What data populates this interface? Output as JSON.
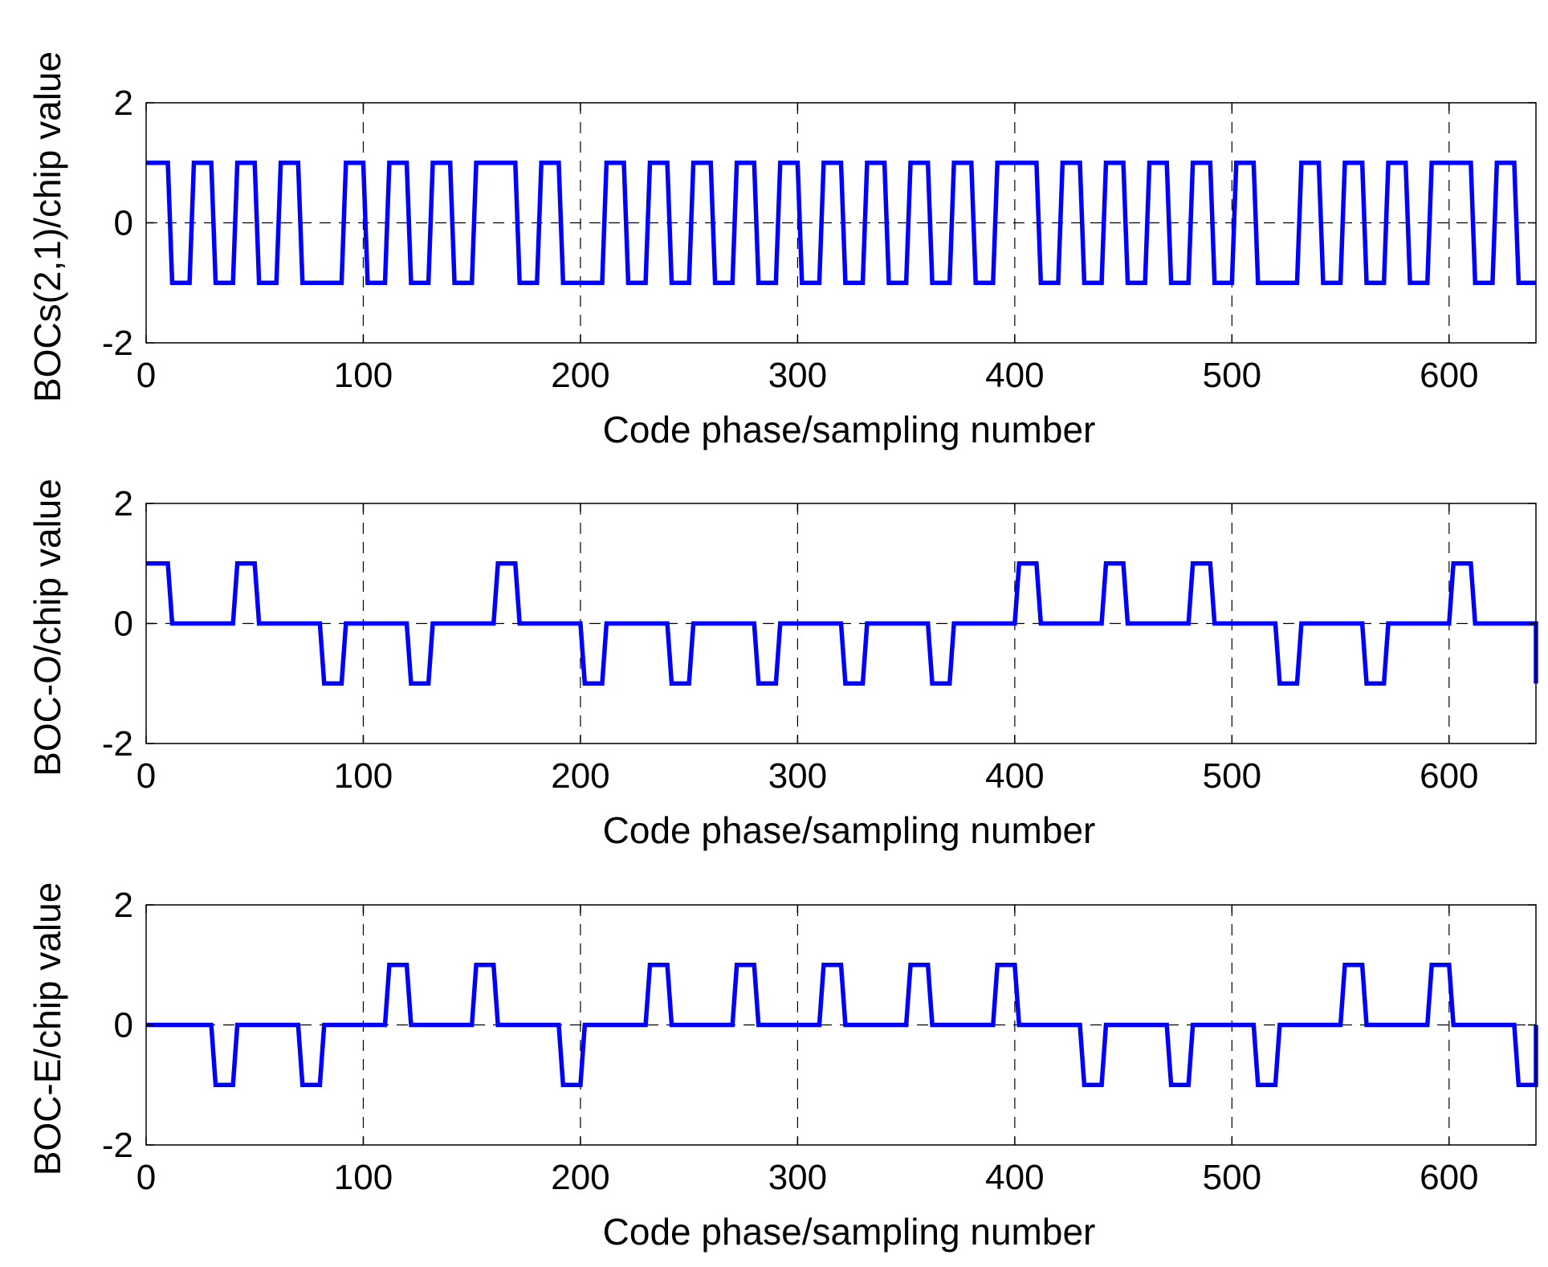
{
  "colors": {
    "line": "#0000ff",
    "axis": "#000000",
    "grid": "#000000",
    "background": "#ffffff"
  },
  "chart_data": [
    {
      "type": "line",
      "title": "",
      "xlabel": "Code phase/sampling number",
      "ylabel": "BOCs(2,1)/chip value",
      "xlim": [
        0,
        640
      ],
      "ylim": [
        -2,
        2
      ],
      "xticks": [
        "0",
        "100",
        "200",
        "300",
        "400",
        "500",
        "600"
      ],
      "yticks": [
        "2",
        "0",
        "-2"
      ],
      "grid": "dashed",
      "x": [
        0,
        10,
        20,
        30,
        40,
        50,
        60,
        70,
        80,
        90,
        100,
        110,
        120,
        130,
        140,
        150,
        160,
        170,
        180,
        190,
        200,
        210,
        220,
        230,
        240,
        250,
        260,
        270,
        280,
        290,
        300,
        310,
        320,
        330,
        340,
        350,
        360,
        370,
        380,
        390,
        400,
        410,
        420,
        430,
        440,
        450,
        460,
        470,
        480,
        490,
        500,
        510,
        520,
        530,
        540,
        550,
        560,
        570,
        580,
        590,
        600,
        610,
        620,
        630,
        640
      ],
      "series": [
        {
          "values": [
            1,
            -1,
            1,
            -1,
            1,
            -1,
            1,
            -1,
            -1,
            1,
            -1,
            1,
            -1,
            1,
            -1,
            1,
            1,
            -1,
            1,
            -1,
            -1,
            1,
            -1,
            1,
            -1,
            1,
            -1,
            1,
            -1,
            1,
            -1,
            1,
            -1,
            1,
            -1,
            1,
            -1,
            1,
            -1,
            1,
            1,
            -1,
            1,
            -1,
            1,
            -1,
            1,
            -1,
            1,
            -1,
            1,
            -1,
            -1,
            1,
            -1,
            1,
            -1,
            1,
            -1,
            1,
            1,
            -1,
            1,
            -1,
            -1
          ]
        }
      ]
    },
    {
      "type": "line",
      "title": "",
      "xlabel": "Code phase/sampling number",
      "ylabel": "BOC-O/chip value",
      "xlim": [
        0,
        640
      ],
      "ylim": [
        -2,
        2
      ],
      "xticks": [
        "0",
        "100",
        "200",
        "300",
        "400",
        "500",
        "600"
      ],
      "yticks": [
        "2",
        "0",
        "-2"
      ],
      "grid": "dashed",
      "x": [
        0,
        10,
        20,
        30,
        40,
        50,
        60,
        70,
        80,
        90,
        100,
        110,
        120,
        130,
        140,
        150,
        160,
        170,
        180,
        190,
        200,
        210,
        220,
        230,
        240,
        250,
        260,
        270,
        280,
        290,
        300,
        310,
        320,
        330,
        340,
        350,
        360,
        370,
        380,
        390,
        400,
        410,
        420,
        430,
        440,
        450,
        460,
        470,
        480,
        490,
        500,
        510,
        520,
        530,
        540,
        550,
        560,
        570,
        580,
        590,
        600,
        610,
        620,
        630,
        640
      ],
      "series": [
        {
          "values": [
            1,
            0,
            0,
            0,
            1,
            0,
            0,
            0,
            -1,
            0,
            0,
            0,
            -1,
            0,
            0,
            0,
            1,
            0,
            0,
            0,
            -1,
            0,
            0,
            0,
            -1,
            0,
            0,
            0,
            -1,
            0,
            0,
            0,
            -1,
            0,
            0,
            0,
            -1,
            0,
            0,
            0,
            1,
            0,
            0,
            0,
            1,
            0,
            0,
            0,
            1,
            0,
            0,
            0,
            -1,
            0,
            0,
            0,
            -1,
            0,
            0,
            0,
            1,
            0,
            0,
            0,
            -1
          ]
        }
      ]
    },
    {
      "type": "line",
      "title": "",
      "xlabel": "Code phase/sampling number",
      "ylabel": "BOC-E/chip value",
      "xlim": [
        0,
        640
      ],
      "ylim": [
        -2,
        2
      ],
      "xticks": [
        "0",
        "100",
        "200",
        "300",
        "400",
        "500",
        "600"
      ],
      "yticks": [
        "2",
        "0",
        "-2"
      ],
      "grid": "dashed",
      "x": [
        0,
        10,
        20,
        30,
        40,
        50,
        60,
        70,
        80,
        90,
        100,
        110,
        120,
        130,
        140,
        150,
        160,
        170,
        180,
        190,
        200,
        210,
        220,
        230,
        240,
        250,
        260,
        270,
        280,
        290,
        300,
        310,
        320,
        330,
        340,
        350,
        360,
        370,
        380,
        390,
        400,
        410,
        420,
        430,
        440,
        450,
        460,
        470,
        480,
        490,
        500,
        510,
        520,
        530,
        540,
        550,
        560,
        570,
        580,
        590,
        600,
        610,
        620,
        630,
        640
      ],
      "series": [
        {
          "values": [
            0,
            0,
            0,
            -1,
            0,
            0,
            0,
            -1,
            0,
            0,
            0,
            1,
            0,
            0,
            0,
            1,
            0,
            0,
            0,
            -1,
            0,
            0,
            0,
            1,
            0,
            0,
            0,
            1,
            0,
            0,
            0,
            1,
            0,
            0,
            0,
            1,
            0,
            0,
            0,
            1,
            0,
            0,
            0,
            -1,
            0,
            0,
            0,
            -1,
            0,
            0,
            0,
            -1,
            0,
            0,
            0,
            1,
            0,
            0,
            0,
            1,
            0,
            0,
            0,
            -1,
            0
          ]
        }
      ]
    }
  ]
}
